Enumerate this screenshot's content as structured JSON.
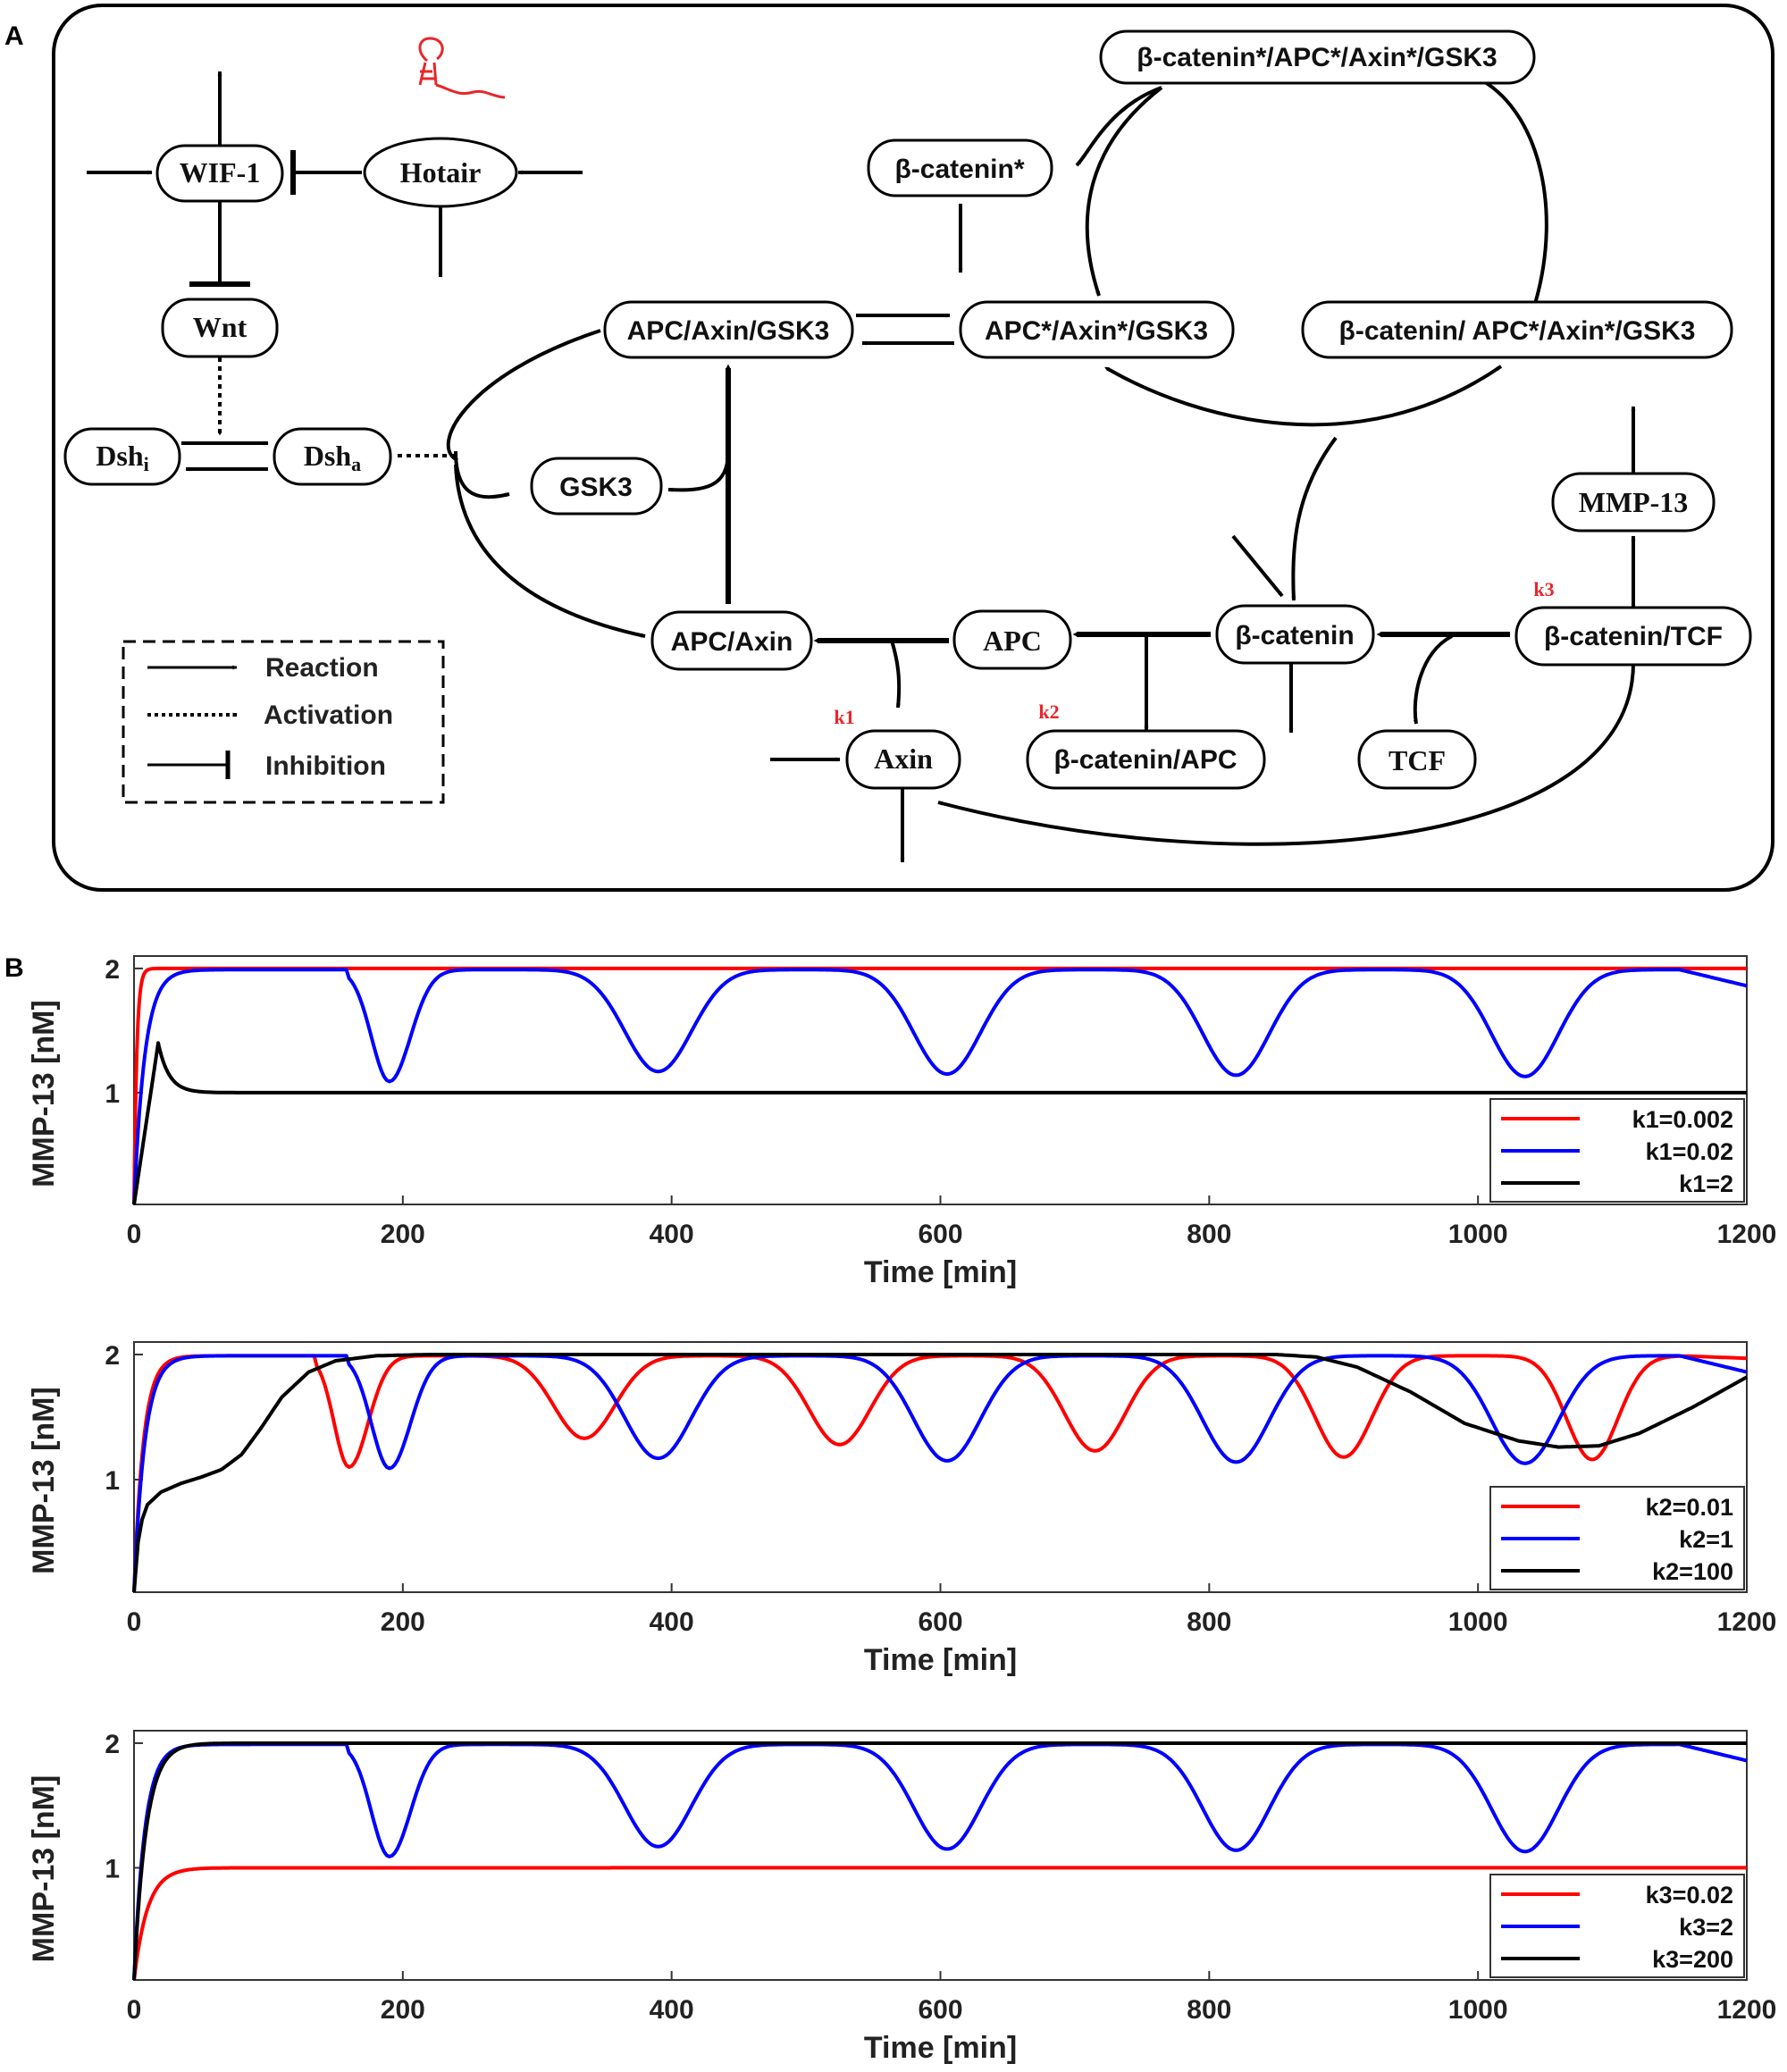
{
  "panels": {
    "a_label": "A",
    "b_label": "B"
  },
  "diagram": {
    "nodes": {
      "wif1": "WIF-1",
      "hotair": "Hotair",
      "wnt": "Wnt",
      "dshi_main": "Dsh",
      "dshi_sub": "i",
      "dsha_main": "Dsh",
      "dsha_sub": "a",
      "gsk3": "GSK3",
      "apc_axin_gsk3": "APC/Axin/GSK3",
      "apc_star_axin_star_gsk3": "APC*/Axin*/GSK3",
      "bcat_star": "β-catenin*",
      "bcat_star_complex": "β-catenin*/APC*/Axin*/GSK3",
      "bcat_complex": "β-catenin/ APC*/Axin*/GSK3",
      "apc_axin": "APC/Axin",
      "apc": "APC",
      "bcat": "β-catenin",
      "bcat_tcf": "β-catenin/TCF",
      "mmp13": "MMP-13",
      "axin": "Axin",
      "bcat_apc": "β-catenin/APC",
      "tcf": "TCF"
    },
    "rates": {
      "k1": "k1",
      "k2": "k2",
      "k3": "k3"
    },
    "legend": {
      "reaction": "Reaction",
      "activation": "Activation",
      "inhibition": "Inhibition"
    },
    "colors": {
      "hotair_icon": "#e8262a",
      "rate_label": "#e8262a"
    }
  },
  "chart_data": [
    {
      "type": "line",
      "xlabel": "Time [min]",
      "ylabel": "MMP-13 [nM]",
      "xlim": [
        0,
        1200
      ],
      "ylim": [
        0.1,
        2.1
      ],
      "xticks": [
        "0",
        "200",
        "400",
        "600",
        "800",
        "1000",
        "1200"
      ],
      "yticks": [
        "1",
        "2"
      ],
      "legend_position": "bottom-right",
      "series": [
        {
          "name": "k1=0.002",
          "color": "#ff0000",
          "model": "hold",
          "value": 2.0,
          "rise_tau": 2
        },
        {
          "name": "k1=0.02",
          "color": "#0000ff",
          "model": "oscillate",
          "rise_tau": 8,
          "first_drop": 160,
          "troughs": [
            [
              190,
              1.09,
              22
            ],
            [
              390,
              1.17,
              35
            ],
            [
              605,
              1.15,
              35
            ],
            [
              820,
              1.14,
              35
            ],
            [
              1035,
              1.13,
              35
            ]
          ],
          "end_value": 1.86
        },
        {
          "name": "k1=2",
          "color": "#000000",
          "model": "peak",
          "peak_t": 18,
          "peak_v": 1.4,
          "value": 1.0,
          "decay_tau": 8
        }
      ]
    },
    {
      "type": "line",
      "xlabel": "Time [min]",
      "ylabel": "MMP-13 [nM]",
      "xlim": [
        0,
        1200
      ],
      "ylim": [
        0.1,
        2.1
      ],
      "xticks": [
        "0",
        "200",
        "400",
        "600",
        "800",
        "1000",
        "1200"
      ],
      "yticks": [
        "1",
        "2"
      ],
      "legend_position": "bottom-right",
      "series": [
        {
          "name": "k2=0.01",
          "color": "#ff0000",
          "model": "oscillate",
          "rise_tau": 7,
          "first_drop": 135,
          "troughs": [
            [
              160,
              1.1,
              20
            ],
            [
              335,
              1.33,
              32
            ],
            [
              525,
              1.28,
              32
            ],
            [
              715,
              1.23,
              32
            ],
            [
              900,
              1.18,
              30
            ],
            [
              1085,
              1.16,
              27
            ]
          ],
          "end_value": 1.97
        },
        {
          "name": "k2=1",
          "color": "#0000ff",
          "model": "oscillate",
          "rise_tau": 8,
          "first_drop": 160,
          "troughs": [
            [
              190,
              1.09,
              22
            ],
            [
              390,
              1.17,
              35
            ],
            [
              605,
              1.15,
              35
            ],
            [
              820,
              1.14,
              35
            ],
            [
              1035,
              1.13,
              35
            ]
          ],
          "end_value": 1.86
        },
        {
          "name": "k2=100",
          "color": "#000000",
          "model": "points",
          "points": [
            [
              0,
              0.1
            ],
            [
              3,
              0.5
            ],
            [
              6,
              0.68
            ],
            [
              10,
              0.8
            ],
            [
              20,
              0.9
            ],
            [
              35,
              0.97
            ],
            [
              50,
              1.02
            ],
            [
              65,
              1.08
            ],
            [
              80,
              1.2
            ],
            [
              95,
              1.42
            ],
            [
              110,
              1.66
            ],
            [
              130,
              1.86
            ],
            [
              150,
              1.95
            ],
            [
              180,
              1.99
            ],
            [
              220,
              2.0
            ],
            [
              850,
              2.0
            ],
            [
              880,
              1.98
            ],
            [
              910,
              1.9
            ],
            [
              950,
              1.7
            ],
            [
              990,
              1.45
            ],
            [
              1030,
              1.31
            ],
            [
              1060,
              1.26
            ],
            [
              1090,
              1.27
            ],
            [
              1120,
              1.37
            ],
            [
              1160,
              1.58
            ],
            [
              1200,
              1.82
            ]
          ]
        }
      ]
    },
    {
      "type": "line",
      "xlabel": "Time [min]",
      "ylabel": "MMP-13 [nM]",
      "xlim": [
        0,
        1200
      ],
      "ylim": [
        0.1,
        2.1
      ],
      "xticks": [
        "0",
        "200",
        "400",
        "600",
        "800",
        "1000",
        "1200"
      ],
      "yticks": [
        "1",
        "2"
      ],
      "legend_position": "bottom-right",
      "series": [
        {
          "name": "k3=0.02",
          "color": "#ff0000",
          "model": "hold",
          "value": 1.0,
          "rise_tau": 10
        },
        {
          "name": "k3=2",
          "color": "#0000ff",
          "model": "oscillate",
          "rise_tau": 8,
          "first_drop": 160,
          "troughs": [
            [
              190,
              1.09,
              22
            ],
            [
              390,
              1.17,
              35
            ],
            [
              605,
              1.15,
              35
            ],
            [
              820,
              1.14,
              35
            ],
            [
              1035,
              1.13,
              35
            ]
          ],
          "end_value": 1.86
        },
        {
          "name": "k3=200",
          "color": "#000000",
          "model": "hold",
          "value": 2.0,
          "rise_tau": 9
        }
      ]
    }
  ]
}
